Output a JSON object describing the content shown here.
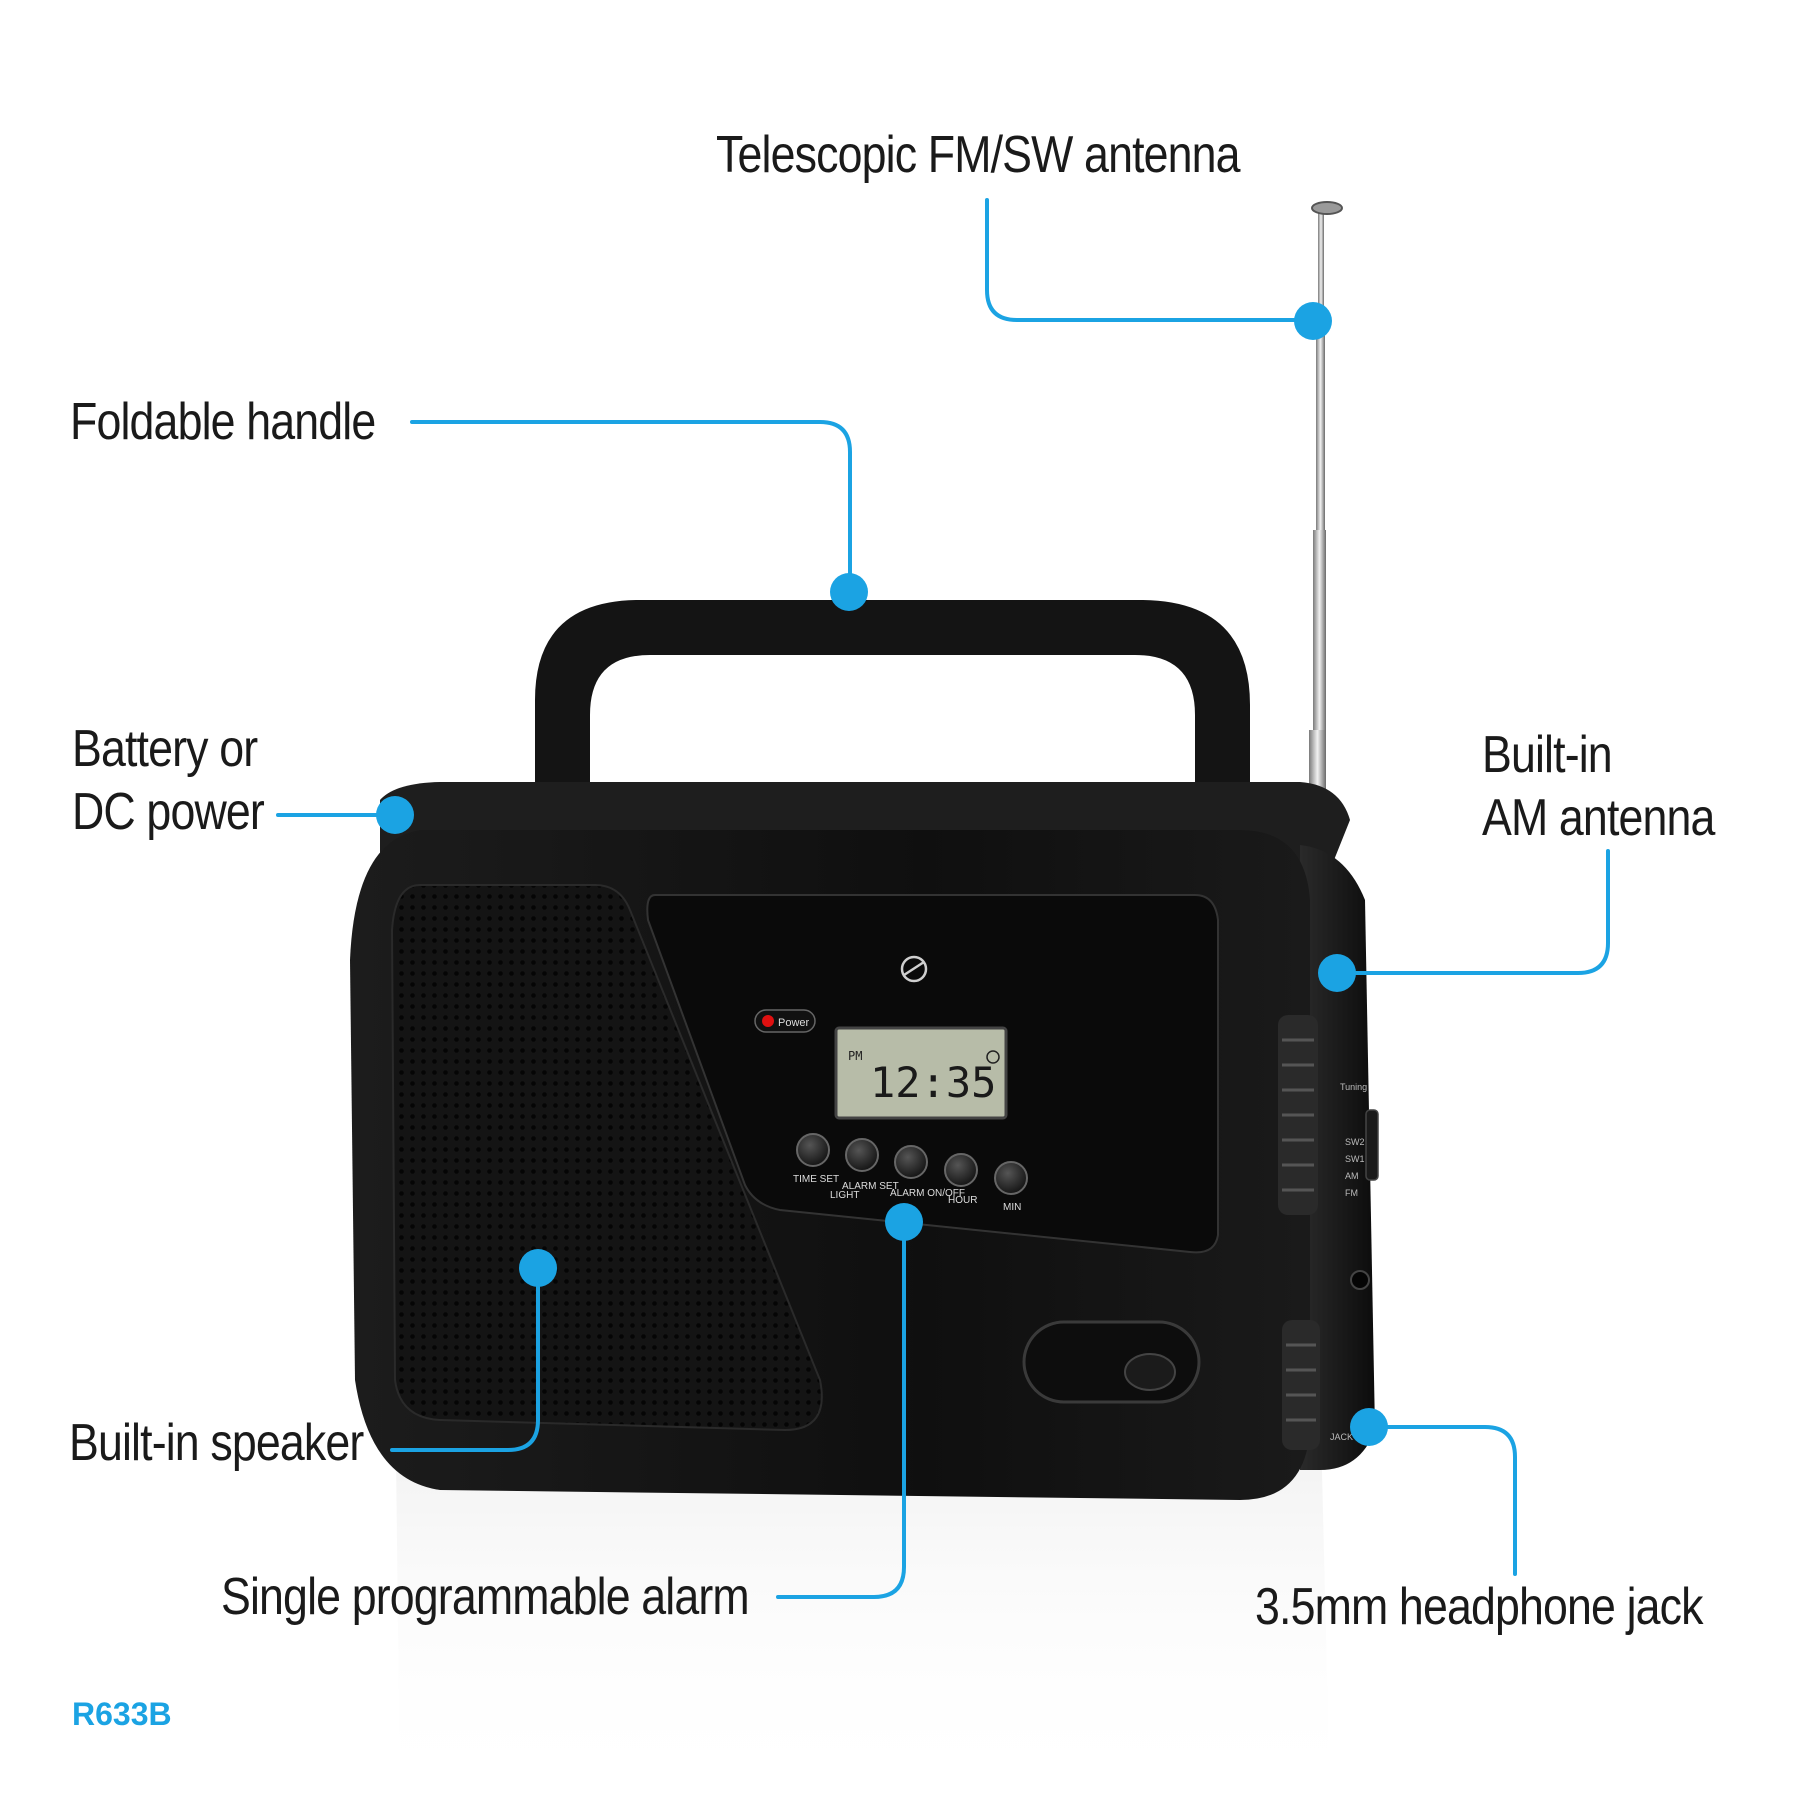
{
  "callouts": {
    "antenna": "Telescopic FM/SW antenna",
    "handle": "Foldable handle",
    "power_line1": "Battery or",
    "power_line2": "DC power",
    "am_line1": "Built-in",
    "am_line2": "AM antenna",
    "speaker": "Built-in speaker",
    "alarm": "Single programmable alarm",
    "jack": "3.5mm headphone jack"
  },
  "model": "R633B",
  "radio": {
    "power_label": "Power",
    "lcd_ampm": "PM",
    "lcd_time": "12:35",
    "buttons": [
      "TIME SET",
      "ALARM SET",
      "ALARM ON/OFF",
      "HOUR",
      "MIN"
    ],
    "light_label": "LIGHT",
    "tuning_label": "Tuning",
    "bands": [
      "SW2",
      "SW1",
      "AM",
      "FM"
    ],
    "jack_label": "JACK"
  },
  "colors": {
    "accent": "#1ba3e3",
    "radio_body": "#111111",
    "lcd": "#b7bca8"
  }
}
